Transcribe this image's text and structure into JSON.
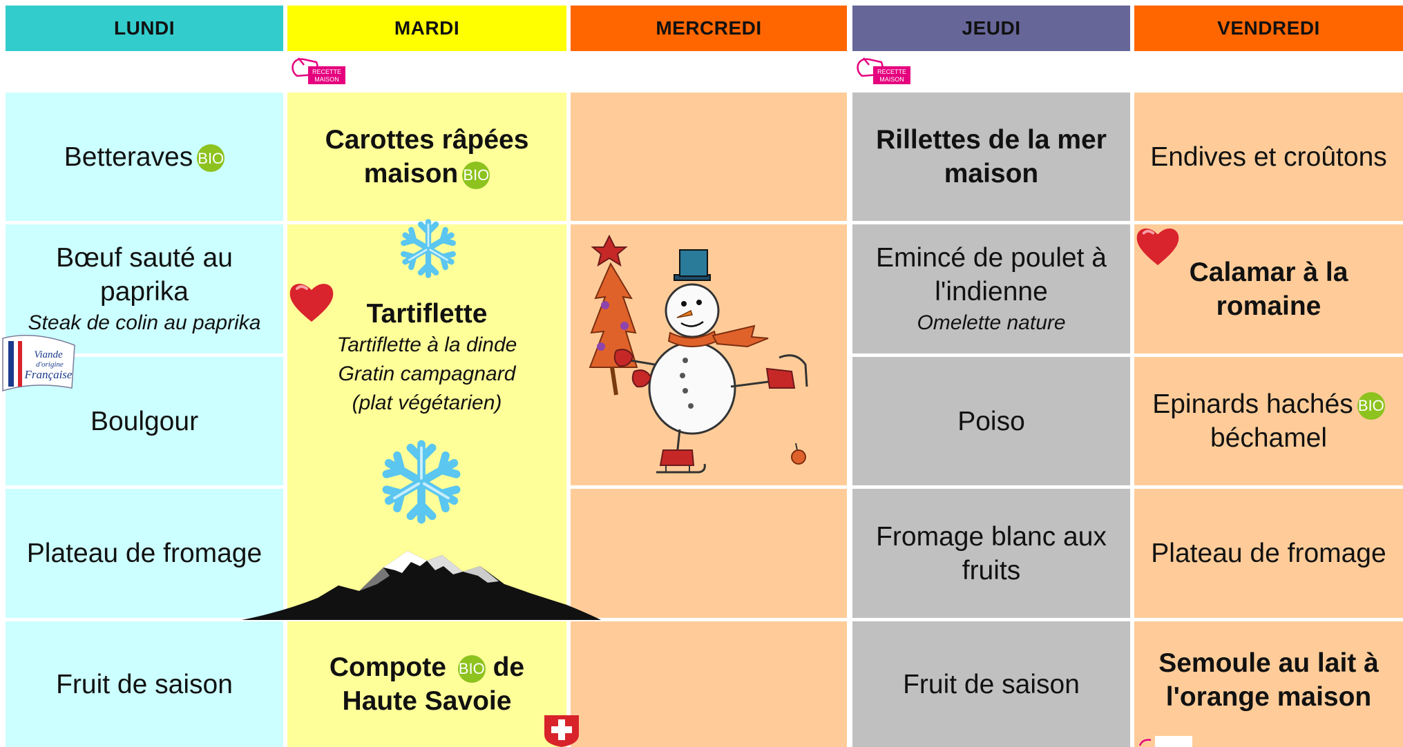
{
  "days": [
    {
      "label": "LUNDI",
      "header_color": "#33cccc",
      "cell_color": "#ccffff"
    },
    {
      "label": "MARDI",
      "header_color": "#ffff00",
      "cell_color": "#ffff99"
    },
    {
      "label": "MERCREDI",
      "header_color": "#ff6600",
      "cell_color": "#ffcc99"
    },
    {
      "label": "JEUDI",
      "header_color": "#666699",
      "cell_color": "#c0c0c0"
    },
    {
      "label": "VENDREDI",
      "header_color": "#ff6600",
      "cell_color": "#ffcc99"
    }
  ],
  "badges": {
    "bio": "BIO",
    "recette_line1": "RECETTE",
    "recette_line2": "MAISON",
    "viande_line1": "Viande",
    "viande_line2": "d'origine",
    "viande_line3": "Française"
  },
  "lundi": {
    "entree": "Betteraves",
    "plat": "Bœuf sauté au paprika",
    "plat_alt": "Steak de colin au paprika",
    "accomp": "Boulgour",
    "laitage": "Plateau de fromage",
    "dessert": "Fruit de saison"
  },
  "mardi": {
    "entree": "Carottes râpées maison",
    "plat": "Tartiflette",
    "plat_alt1": "Tartiflette à la dinde",
    "plat_alt2": "Gratin campagnard",
    "plat_alt3": "(plat végétarien)",
    "dessert_line1": "Compote",
    "dessert_line1b": "de",
    "dessert_line2": "Haute Savoie"
  },
  "jeudi": {
    "entree": "Rillettes de la mer maison",
    "plat": "Emincé de poulet à l'indienne",
    "plat_alt": "Omelette nature",
    "accomp": "Poiso",
    "laitage": "Fromage blanc aux fruits",
    "dessert": "Fruit de saison"
  },
  "vendredi": {
    "entree": "Endives et croûtons",
    "plat": "Calamar à la romaine",
    "accomp_line1": "Epinards hachés",
    "accomp_line2": "béchamel",
    "laitage": "Plateau de fromage",
    "dessert": "Semoule au lait à l'orange maison"
  }
}
